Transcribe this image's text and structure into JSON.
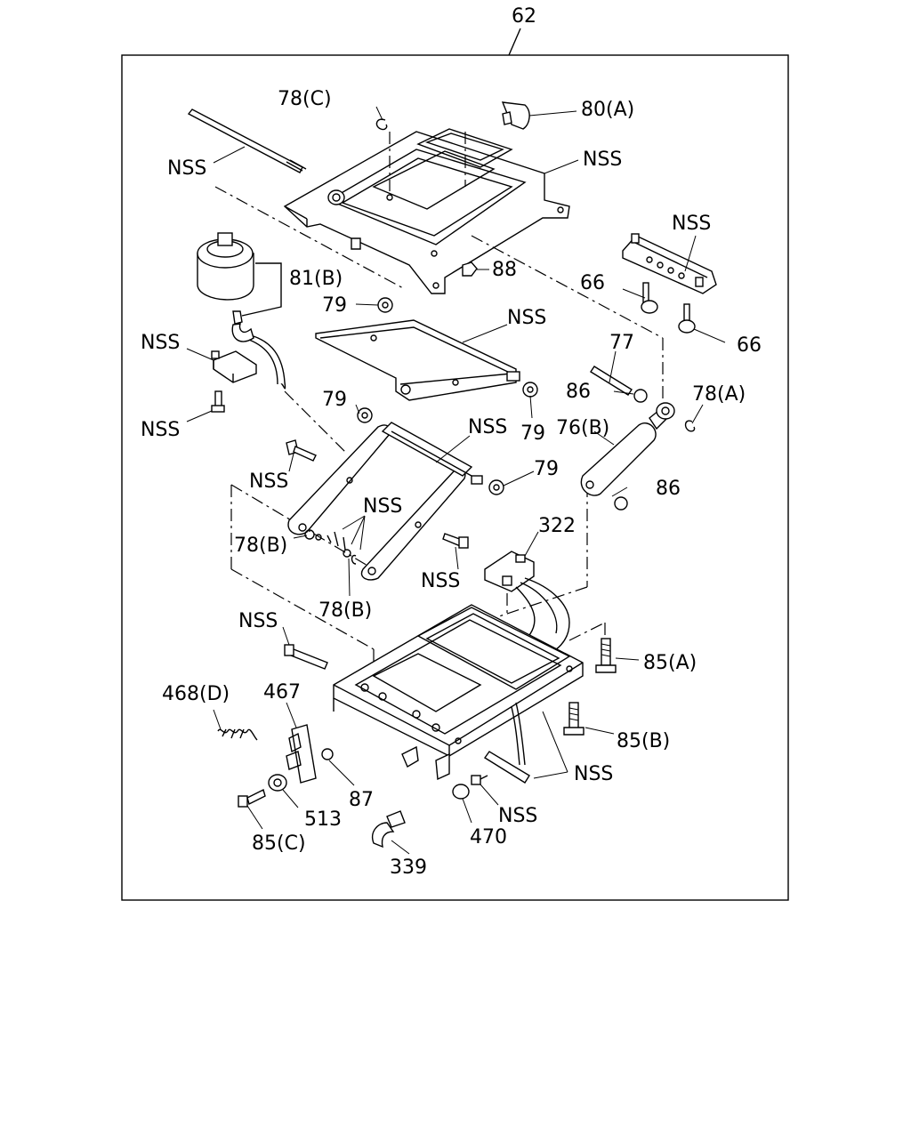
{
  "diagram": {
    "assembly_number": "62",
    "labels": {
      "l78c": "78(C)",
      "l80a": "80(A)",
      "nss_rod": "NSS",
      "nss_topframe": "NSS",
      "nss_rightbracket": "NSS",
      "l88": "88",
      "l81b": "81(B)",
      "l66a": "66",
      "l66b": "66",
      "l79a": "79",
      "nss_plate": "NSS",
      "nss_bracket": "NSS",
      "nss_bolt_left": "NSS",
      "l77": "77",
      "l86a": "86",
      "l78a": "78(A)",
      "l79b": "79",
      "l79c": "79",
      "nss_link": "NSS",
      "l76b": "76(B)",
      "l79d": "79",
      "nss_boltmid": "NSS",
      "l86b": "86",
      "nss_clips": "NSS",
      "l78b1": "78(B)",
      "l322": "322",
      "nss_bolt2": "NSS",
      "l78b2": "78(B)",
      "nss_pin": "NSS",
      "l85a": "85(A)",
      "l468d": "468(D)",
      "l467": "467",
      "l85b": "85(B)",
      "nss_pipe": "NSS",
      "nss_screw": "NSS",
      "l87": "87",
      "l513": "513",
      "l85c": "85(C)",
      "l470": "470",
      "l339": "339"
    }
  }
}
